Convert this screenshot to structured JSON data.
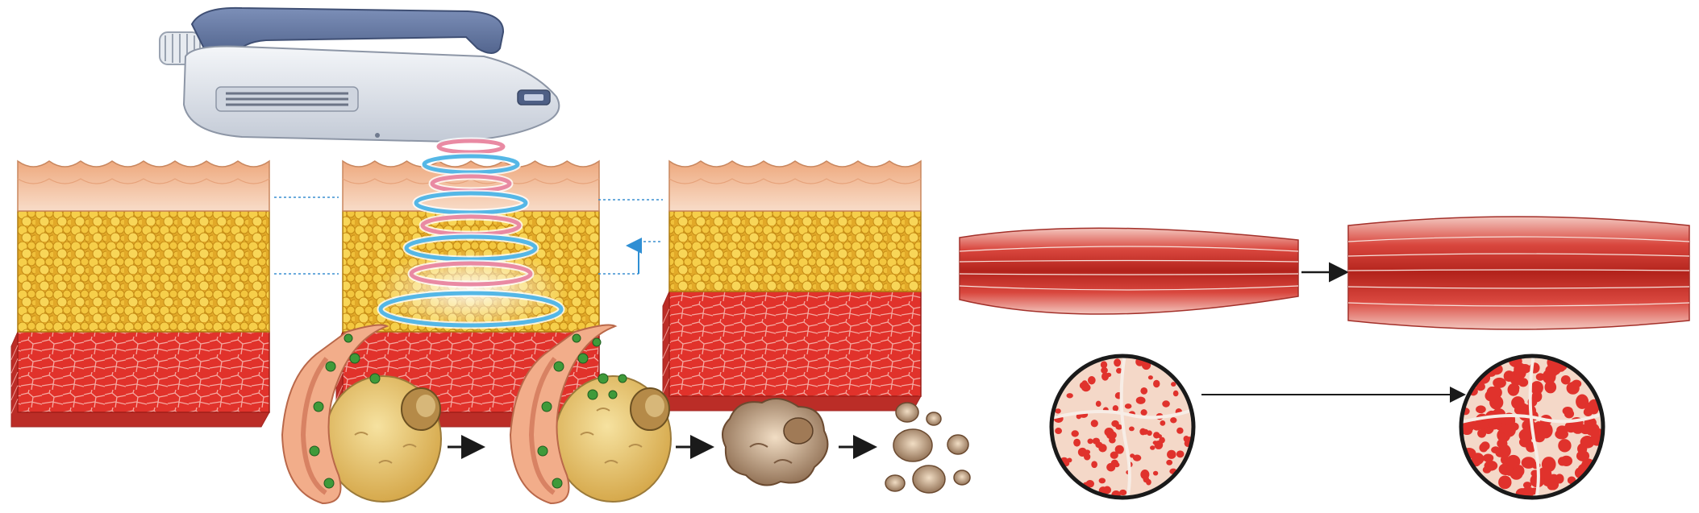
{
  "figure": {
    "colors": {
      "skin_top": "#f0b98f",
      "skin_bottom": "#f7d8c2",
      "fat": "#f2c23a",
      "fat_dark": "#c8901a",
      "muscle": "#e2302a",
      "muscle_dark": "#9c1d18",
      "device_body": "#dde2ea",
      "device_handle": "#5c6f9a",
      "coil_blue": "#55b7e6",
      "coil_pink": "#e98aa3",
      "cell_fill": "#e9c874",
      "vessel": "#e58a65",
      "droplet": "#3f9a3a",
      "arrow": "#1a1a1a",
      "circle_bg": "#f4d8c8",
      "circle_dot": "#e0322c"
    },
    "icons": {
      "device": "electromagnetic-applicator-icon",
      "arrow": "arrow-right-icon"
    },
    "tissue_blocks": [
      {
        "name": "tissue-block-before",
        "stage": "before"
      },
      {
        "name": "tissue-block-treatment",
        "stage": "during"
      },
      {
        "name": "tissue-block-after",
        "stage": "after"
      }
    ],
    "muscle_bands": [
      {
        "name": "muscle-fiber-before",
        "stage": "before"
      },
      {
        "name": "muscle-fiber-after",
        "stage": "after"
      }
    ],
    "cell_sequence": [
      "adipocyte-with-vessel",
      "adipocyte-releasing",
      "adipocyte-shrunken",
      "adipocyte-fragments"
    ],
    "cross_sections": [
      {
        "name": "muscle-cross-section-before",
        "density": "sparse"
      },
      {
        "name": "muscle-cross-section-after",
        "density": "dense"
      }
    ]
  }
}
